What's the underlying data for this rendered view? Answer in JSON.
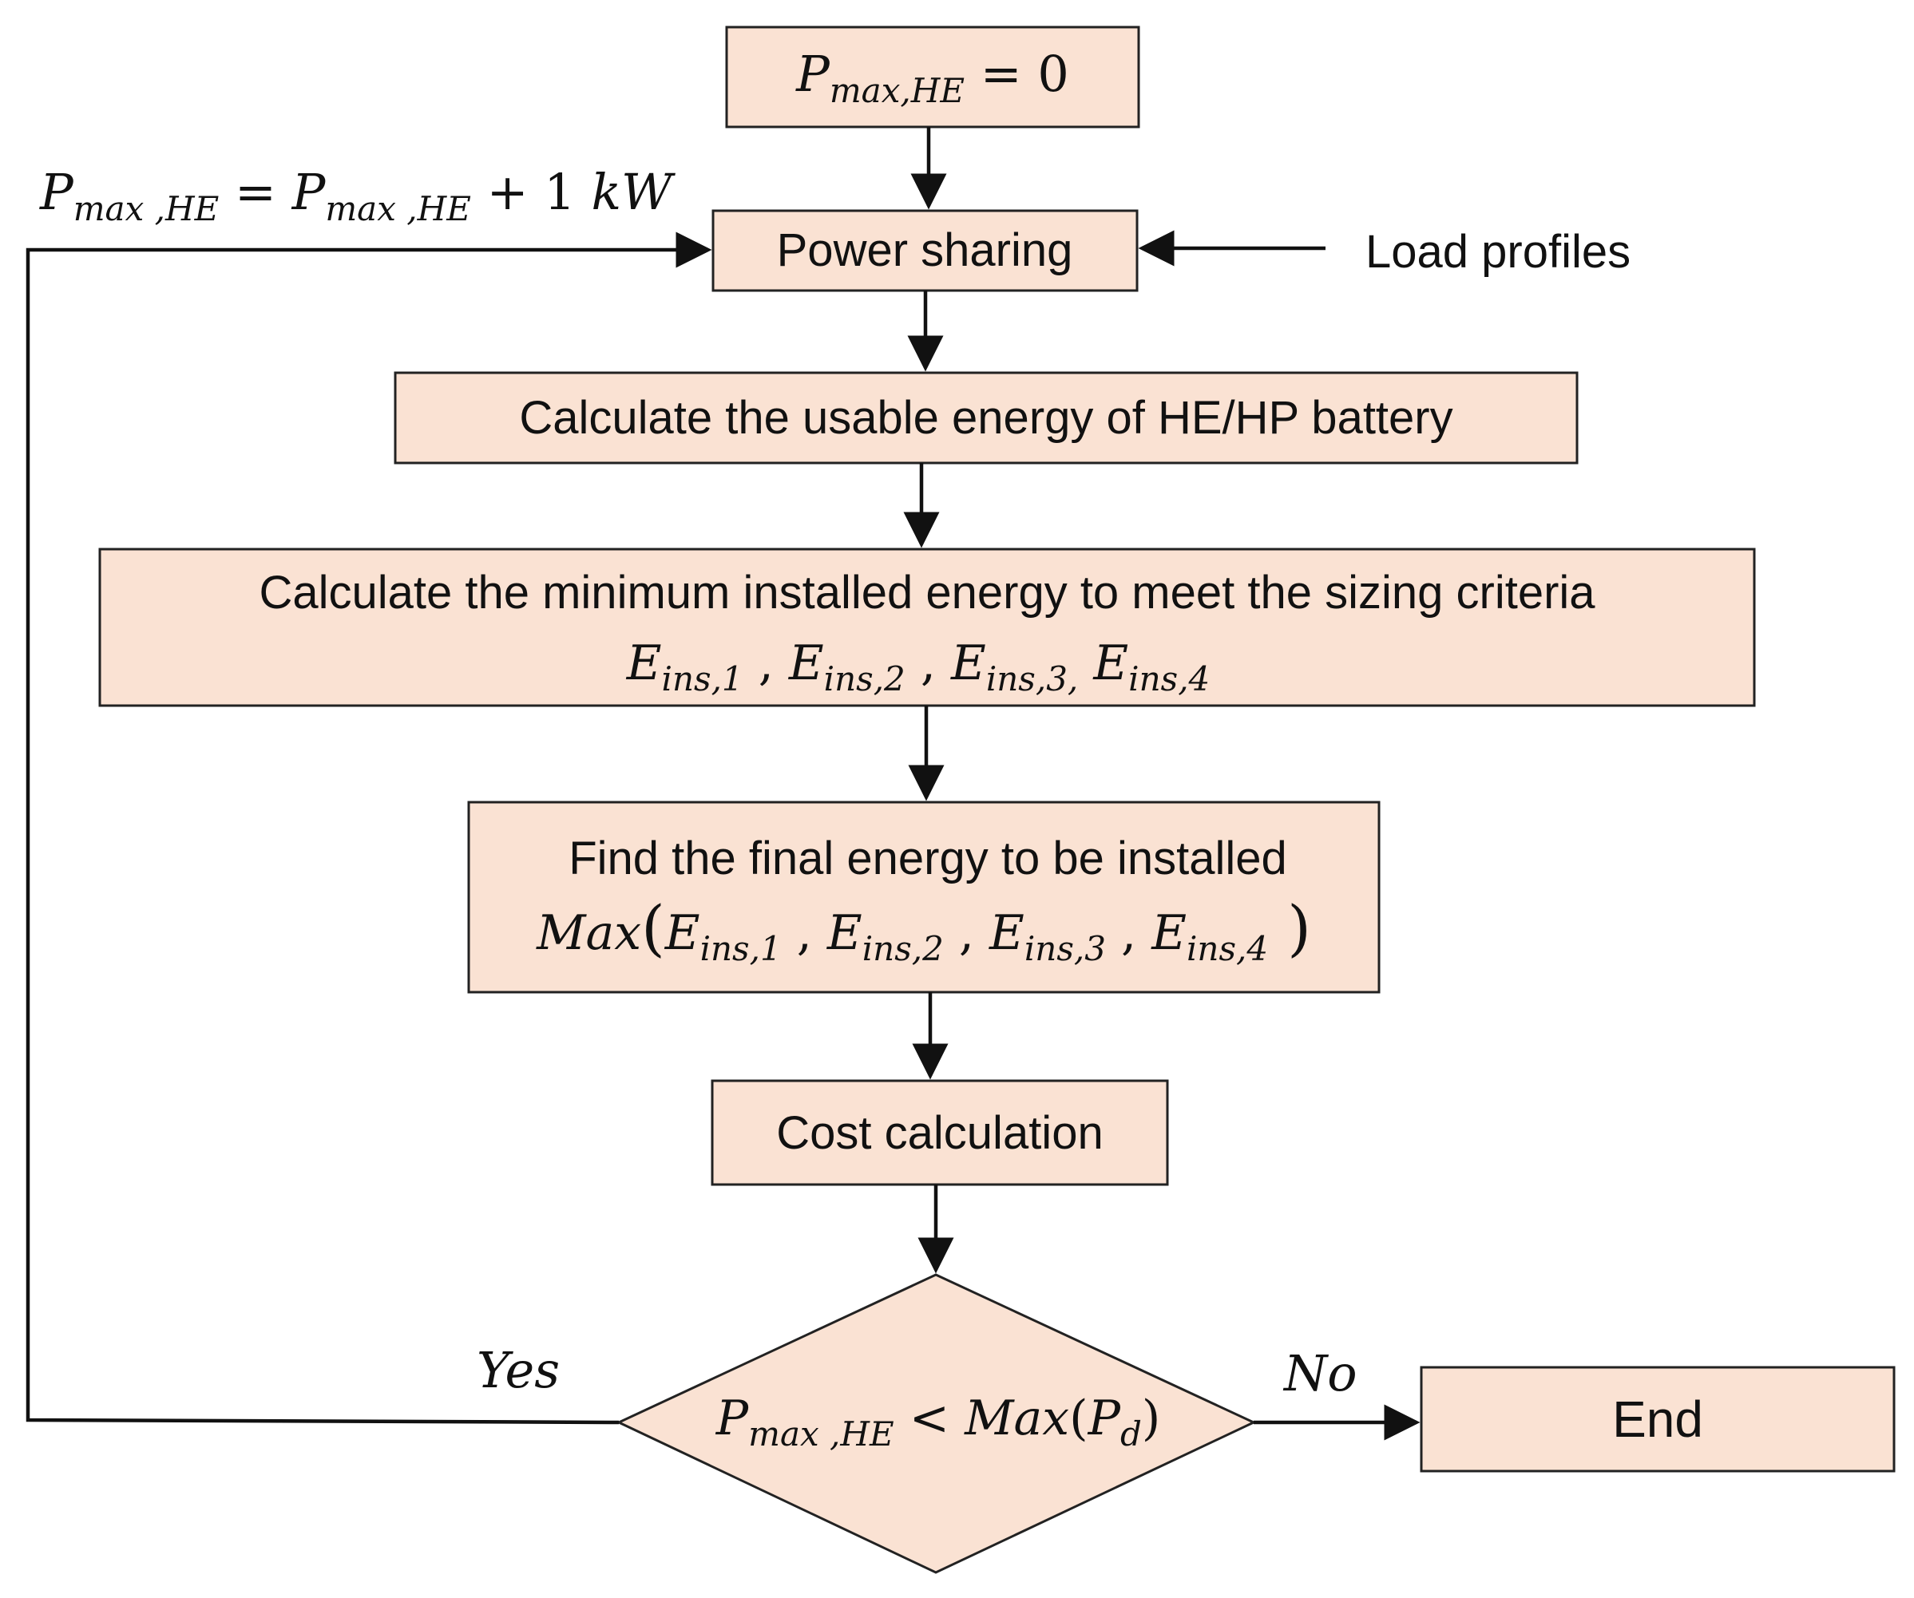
{
  "diagram": {
    "init": {
      "P": "P",
      "sub": "max,HE",
      "rest": " = 0"
    },
    "update": {
      "P1": "P",
      "sub1": "max ,HE",
      "eq": " = ",
      "P2": "P",
      "sub2": "max ,HE",
      "plus": " + 1 ",
      "unit": "kW"
    },
    "power_sharing": "Power sharing",
    "load_profiles": "Load profiles",
    "usable_energy": "Calculate the usable energy of HE/HP battery",
    "min_installed": {
      "line1": "Calculate the minimum installed energy to meet the sizing criteria",
      "terms": [
        {
          "E": "E",
          "sub": "ins,1",
          "sep": " , "
        },
        {
          "E": "E",
          "sub": "ins,2",
          "sep": " , "
        },
        {
          "E": "E",
          "sub": "ins,3,",
          "sep": " "
        },
        {
          "E": "E",
          "sub": "ins,4",
          "sep": ""
        }
      ]
    },
    "final_energy": {
      "line1": "Find the final energy to be installed",
      "max": "Max",
      "open": "(",
      "close": " )",
      "terms": [
        {
          "E": "E",
          "sub": "ins,1",
          "sep": " , "
        },
        {
          "E": "E",
          "sub": "ins,2",
          "sep": " , "
        },
        {
          "E": "E",
          "sub": "ins,3",
          "sep": " , "
        },
        {
          "E": "E",
          "sub": "ins,4",
          "sep": ""
        }
      ]
    },
    "cost_calculation": "Cost calculation",
    "decision": {
      "P": "P",
      "sub": "max ,HE",
      "lt": " < ",
      "max": "Max",
      "open": "(",
      "Pd": "P",
      "dsub": "d",
      "close": ")"
    },
    "yes": "Yes",
    "no": "No",
    "end": "End"
  }
}
